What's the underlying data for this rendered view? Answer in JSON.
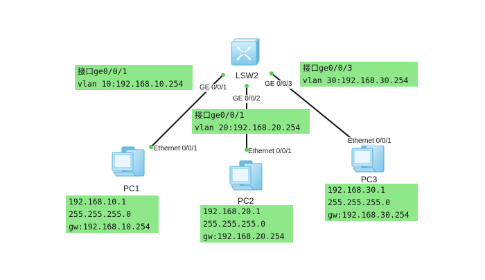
{
  "colors": {
    "link": "#111111",
    "port_dot": "#4cd24a",
    "note_bg": "#8ee88a",
    "device": "#8fd1f2"
  },
  "devices": {
    "switch": {
      "name": "LSW2",
      "icon": "switch-icon"
    },
    "pc1": {
      "name": "PC1",
      "icon": "pc-icon"
    },
    "pc2": {
      "name": "PC2",
      "icon": "pc-icon"
    },
    "pc3": {
      "name": "PC3",
      "icon": "pc-icon"
    }
  },
  "ports": {
    "sw_ge1": "GE 0/0/1",
    "sw_ge2": "GE 0/0/2",
    "sw_ge3": "GE 0/0/3",
    "pc1_eth": "Ethernet 0/0/1",
    "pc2_eth": "Ethernet 0/0/1",
    "pc3_eth": "Ethernet 0/0/1"
  },
  "notes": {
    "if1": [
      "接口ge0/0/1",
      "vlan 10:192.168.10.254"
    ],
    "if2": [
      "接口ge0/0/1",
      "vlan 20:192.168.20.254"
    ],
    "if3": [
      "接口ge0/0/3",
      "vlan 30:192.168.30.254"
    ],
    "pc1": [
      "192.168.10.1",
      "255.255.255.0",
      "gw:192.168.10.254"
    ],
    "pc2": [
      "192.168.20.1",
      "255.255.255.0",
      "gw:192.168.20.254"
    ],
    "pc3": [
      "192.168.30.1",
      "255.255.255.0",
      "gw:192.168.30.254"
    ]
  }
}
